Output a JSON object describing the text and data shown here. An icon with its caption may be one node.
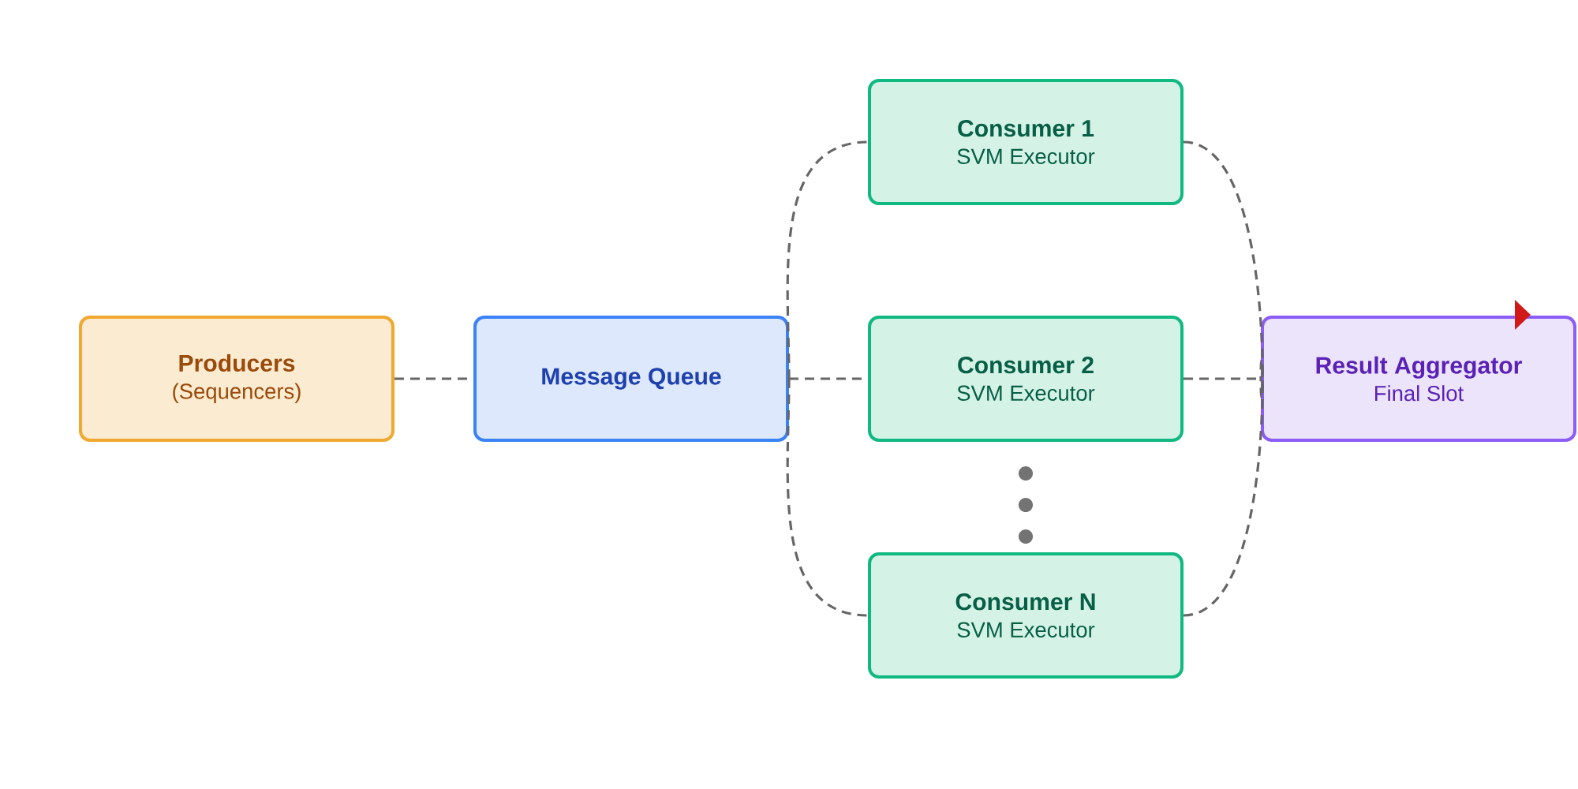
{
  "diagram": {
    "nodes": [
      {
        "text": [
          "Producers",
          "(Sequencers)"
        ]
      },
      {
        "text": [
          "Message Queue"
        ]
      },
      {
        "text": [
          "Consumer 1",
          "SVM Executor"
        ]
      },
      {
        "text": [
          "Consumer 2",
          "SVM Executor"
        ]
      },
      {
        "text": [
          "Consumer N",
          "SVM Executor"
        ]
      },
      {
        "text": [
          "Result Aggregator",
          "Final Slot"
        ]
      }
    ],
    "edges": [
      {
        "from": 0,
        "to": 1,
        "arrow": "none",
        "style": "dashed"
      },
      {
        "from": 1,
        "to": 2,
        "arrow": "none",
        "style": "dashed"
      },
      {
        "from": 1,
        "to": 3,
        "arrow": "none",
        "style": "dashed"
      },
      {
        "from": 1,
        "to": 4,
        "arrow": "none",
        "style": "dashed"
      },
      {
        "from": 2,
        "to": 5,
        "arrow": "none",
        "style": "dashed"
      },
      {
        "from": 3,
        "to": 5,
        "arrow": "none",
        "style": "dashed"
      },
      {
        "from": 4,
        "to": 5,
        "arrow": "none",
        "style": "dashed"
      }
    ]
  }
}
